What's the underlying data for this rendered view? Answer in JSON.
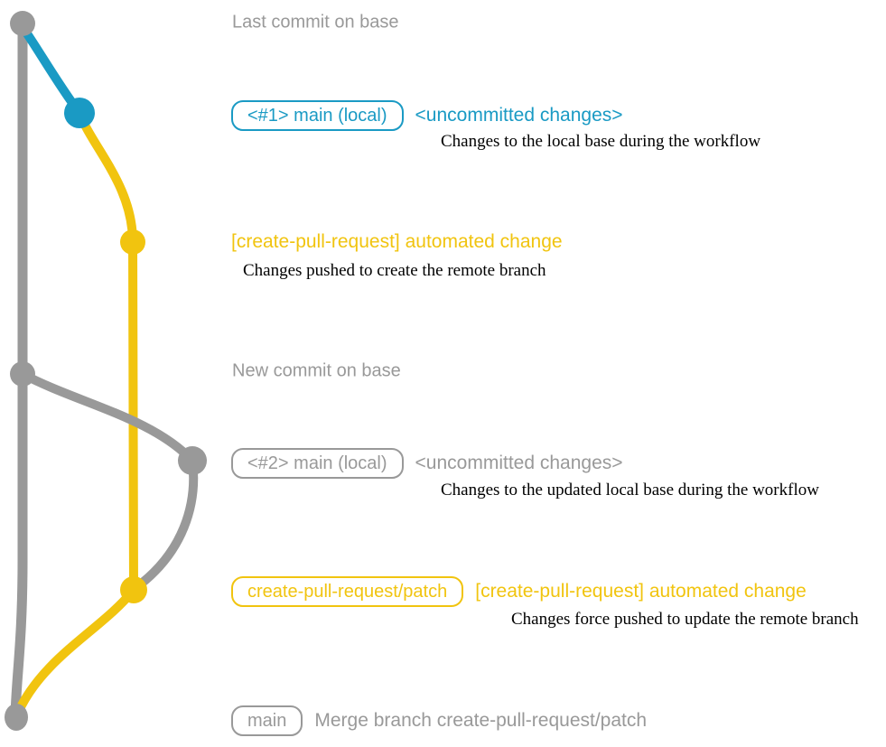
{
  "colors": {
    "gray": "#999999",
    "blue": "#1a9ac4",
    "yellow": "#f1c40f",
    "caption": "#000000"
  },
  "rows": [
    {
      "id": "last-commit-on-base",
      "label": "Last commit on base"
    },
    {
      "id": "main-local-1",
      "badge": "<#1> main (local)",
      "label": "<uncommitted changes>",
      "caption": "Changes to the local base during the workflow"
    },
    {
      "id": "automated-change-1",
      "label": "[create-pull-request] automated change",
      "caption": "Changes pushed to create the remote branch"
    },
    {
      "id": "new-commit-on-base",
      "label": "New commit on base"
    },
    {
      "id": "main-local-2",
      "badge": "<#2> main (local)",
      "label": "<uncommitted changes>",
      "caption": "Changes to the updated local base during the workflow"
    },
    {
      "id": "patch-branch",
      "badge": "create-pull-request/patch",
      "label": "[create-pull-request] automated change",
      "caption": "Changes force pushed to update the remote branch"
    },
    {
      "id": "merge-commit",
      "badge": "main",
      "label": "Merge branch create-pull-request/patch"
    }
  ],
  "graph": {
    "branches": [
      {
        "name": "base",
        "color": "gray"
      },
      {
        "name": "local-main",
        "color": "blue"
      },
      {
        "name": "create-pull-request-patch",
        "color": "yellow"
      }
    ],
    "commits": [
      {
        "name": "last-commit-on-base",
        "color": "gray"
      },
      {
        "name": "local-main-commit-1",
        "color": "blue"
      },
      {
        "name": "patch-commit-1",
        "color": "yellow"
      },
      {
        "name": "new-commit-on-base",
        "color": "gray"
      },
      {
        "name": "local-main-commit-2",
        "color": "gray"
      },
      {
        "name": "patch-commit-2",
        "color": "yellow"
      },
      {
        "name": "merge-commit",
        "color": "gray"
      }
    ]
  }
}
